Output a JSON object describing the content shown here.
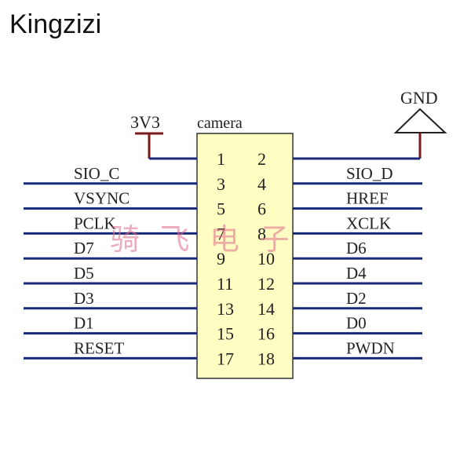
{
  "brand": "Kingzizi",
  "watermark": "骑 飞 电 子",
  "component": {
    "name": "camera",
    "fill": "#ffffc4",
    "power_label": "3V3",
    "ground_label": "GND"
  },
  "colors": {
    "wire": "#1a2a7a",
    "power": "#7a1a1a",
    "watermark": "#e06b8a",
    "pin_text": "#222222"
  },
  "pins": [
    {
      "row": 0,
      "left_num": "1",
      "right_num": "2",
      "left_signal": "",
      "right_signal": ""
    },
    {
      "row": 1,
      "left_num": "3",
      "right_num": "4",
      "left_signal": "SIO_C",
      "right_signal": "SIO_D"
    },
    {
      "row": 2,
      "left_num": "5",
      "right_num": "6",
      "left_signal": "VSYNC",
      "right_signal": "HREF"
    },
    {
      "row": 3,
      "left_num": "7",
      "right_num": "8",
      "left_signal": "PCLK",
      "right_signal": "XCLK"
    },
    {
      "row": 4,
      "left_num": "9",
      "right_num": "10",
      "left_signal": "D7",
      "right_signal": "D6"
    },
    {
      "row": 5,
      "left_num": "11",
      "right_num": "12",
      "left_signal": "D5",
      "right_signal": "D4"
    },
    {
      "row": 6,
      "left_num": "13",
      "right_num": "14",
      "left_signal": "D3",
      "right_signal": "D2"
    },
    {
      "row": 7,
      "left_num": "15",
      "right_num": "16",
      "left_signal": "D1",
      "right_signal": "D0"
    },
    {
      "row": 8,
      "left_num": "17",
      "right_num": "18",
      "left_signal": "RESET",
      "right_signal": "PWDN"
    }
  ]
}
